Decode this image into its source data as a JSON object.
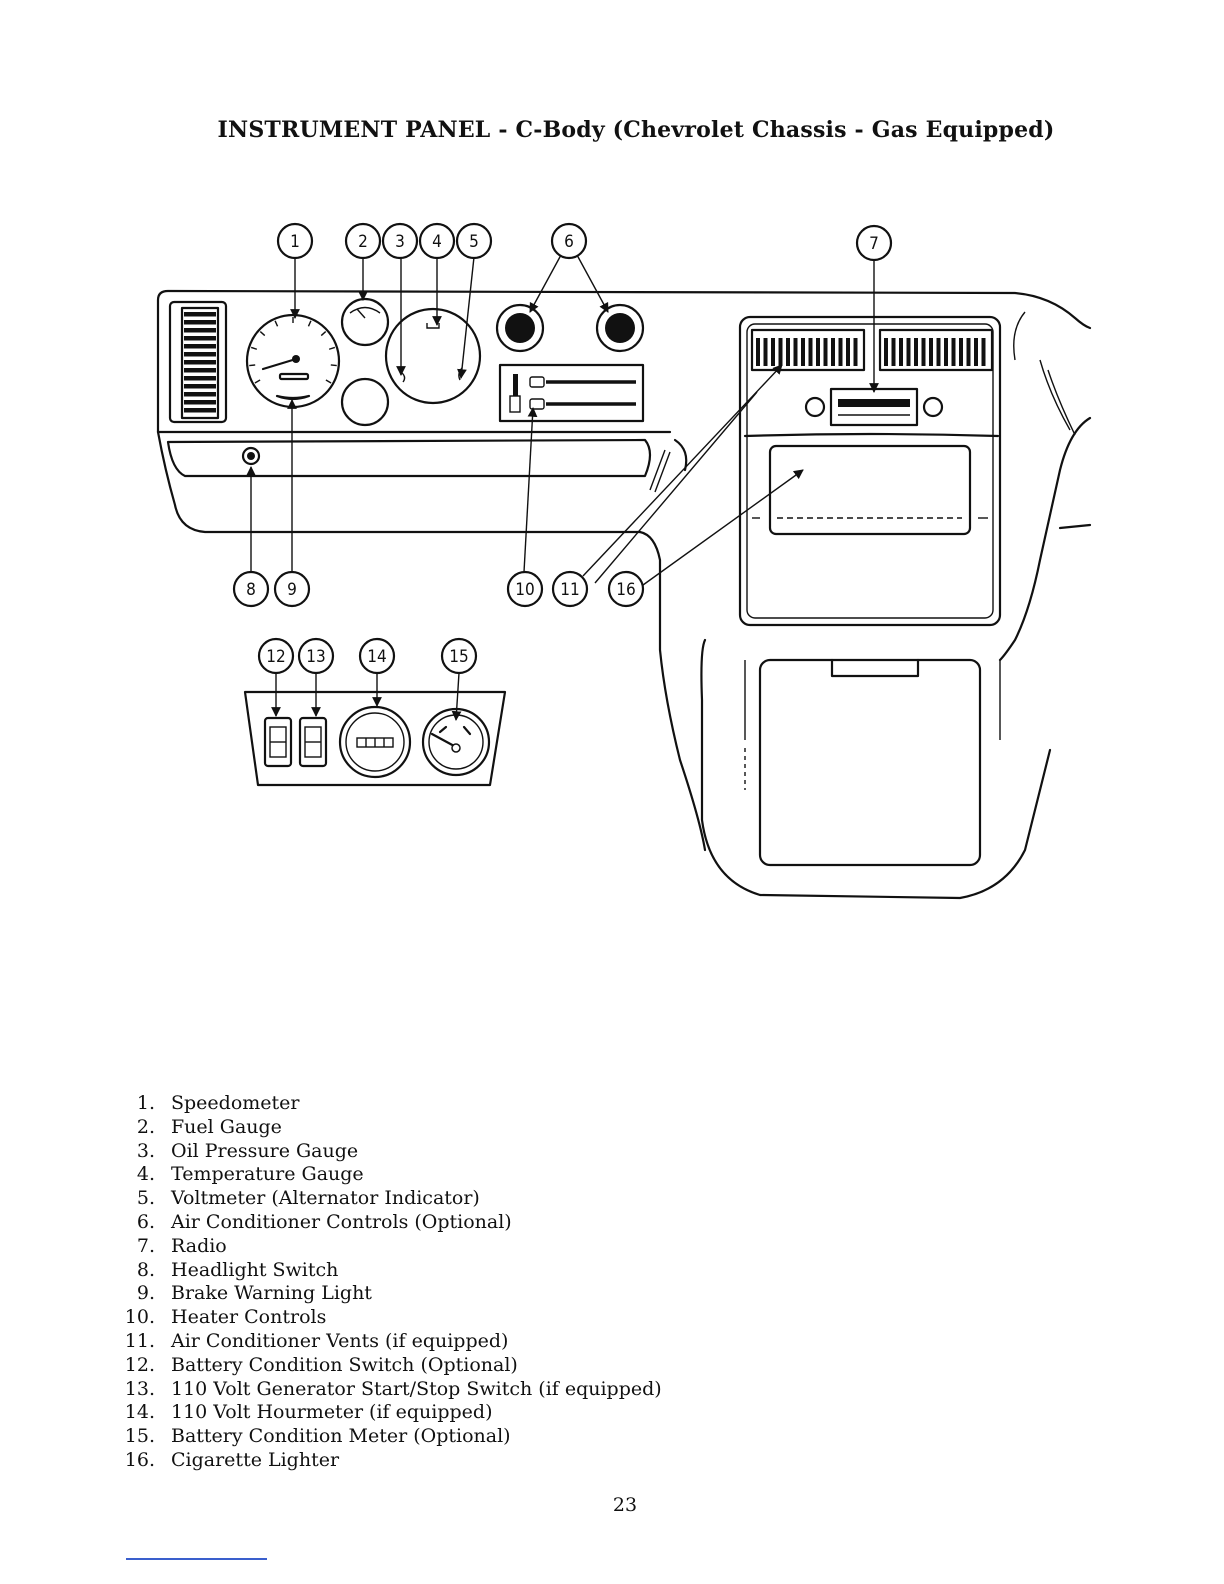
{
  "title": "INSTRUMENT PANEL - C-Body (Chevrolet Chassis - Gas Equipped)",
  "callouts": [
    "1",
    "2",
    "3",
    "4",
    "5",
    "6",
    "7",
    "8",
    "9",
    "10",
    "11",
    "12",
    "13",
    "14",
    "15",
    "16"
  ],
  "legend": [
    {
      "num": "1.",
      "label": "Speedometer"
    },
    {
      "num": "2.",
      "label": "Fuel Gauge"
    },
    {
      "num": "3.",
      "label": "Oil Pressure Gauge"
    },
    {
      "num": "4.",
      "label": "Temperature Gauge"
    },
    {
      "num": "5.",
      "label": "Voltmeter (Alternator Indicator)"
    },
    {
      "num": "6.",
      "label": "Air Conditioner Controls (Optional)"
    },
    {
      "num": "7.",
      "label": "Radio"
    },
    {
      "num": "8.",
      "label": "Headlight Switch"
    },
    {
      "num": "9.",
      "label": "Brake Warning Light"
    },
    {
      "num": "10.",
      "label": "Heater Controls"
    },
    {
      "num": "11.",
      "label": "Air Conditioner Vents (if equipped)"
    },
    {
      "num": "12.",
      "label": "Battery Condition Switch (Optional)"
    },
    {
      "num": "13.",
      "label": "110 Volt Generator Start/Stop Switch (if equipped)"
    },
    {
      "num": "14.",
      "label": "110 Volt Hourmeter (if equipped)"
    },
    {
      "num": "15.",
      "label": "Battery Condition Meter (Optional)"
    },
    {
      "num": "16.",
      "label": "Cigarette Lighter"
    }
  ],
  "page_number": "23"
}
